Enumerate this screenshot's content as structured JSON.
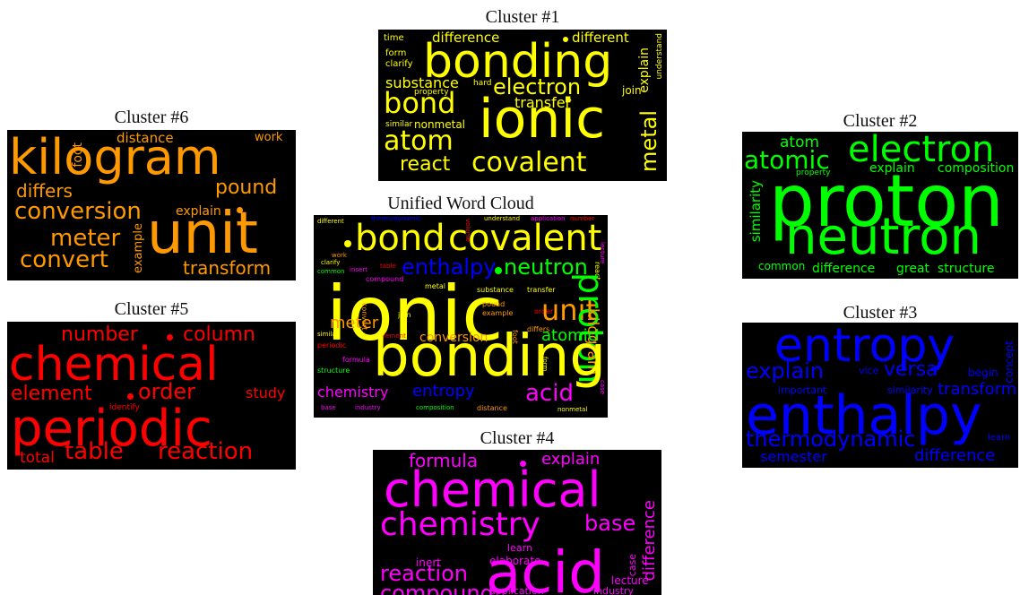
{
  "clouds": {
    "c1": {
      "title": "Cluster #1",
      "color": "#ffff00",
      "words": {
        "time": "time",
        "difference": "difference",
        "different": "different",
        "understand": "understand",
        "bonding": "bonding",
        "form": "form",
        "clarify": "clarify",
        "explain": "explain",
        "substance": "substance",
        "hard": "hard",
        "electron": "electron",
        "property": "property",
        "join": "join",
        "bond": "bond",
        "transfer": "transfer",
        "ionic": "ionic",
        "nonmetal": "nonmetal",
        "similar": "similar",
        "atom": "atom",
        "metal": "metal",
        "react": "react",
        "covalent": "covalent"
      }
    },
    "c2": {
      "title": "Cluster #2",
      "color": "#00ff00",
      "words": {
        "atom": "atom",
        "electron": "electron",
        "atomic": "atomic",
        "explain": "explain",
        "property": "property",
        "composition": "composition",
        "similarity": "similarity",
        "proton": "proton",
        "neutron": "neutron",
        "common": "common",
        "difference": "difference",
        "great": "great",
        "structure": "structure"
      }
    },
    "c3": {
      "title": "Cluster #3",
      "color": "#0000ff",
      "words": {
        "entropy": "entropy",
        "explain": "explain",
        "vice": "vice",
        "versa": "versa",
        "begin": "begin",
        "concept": "concept",
        "important": "important",
        "similarity": "similarity",
        "transform": "transform",
        "enthalpy": "enthalpy",
        "thermodynamic": "thermodynamic",
        "learn": "learn",
        "semester": "semester",
        "difference": "difference"
      }
    },
    "c4": {
      "title": "Cluster #4",
      "color": "#ff00ff",
      "words": {
        "formula": "formula",
        "explain": "explain",
        "chemical": "chemical",
        "difference": "difference",
        "chemistry": "chemistry",
        "base": "base",
        "learn": "learn",
        "inert": "inert",
        "elaborate": "elaborate",
        "reaction": "reaction",
        "case": "case",
        "compound": "compound",
        "acid": "acid",
        "lecture": "lecture",
        "application": "application",
        "industry": "industry"
      }
    },
    "c5": {
      "title": "Cluster #5",
      "color": "#ff0000",
      "words": {
        "number": "number",
        "column": "column",
        "chemical": "chemical",
        "element": "element",
        "order": "order",
        "study": "study",
        "identify": "identify",
        "periodic": "periodic",
        "total": "total",
        "table": "table",
        "reaction": "reaction"
      }
    },
    "c6": {
      "title": "Cluster #6",
      "color": "#ff9900",
      "words": {
        "kilogram": "kilogram",
        "distance": "distance",
        "work": "work",
        "foot": "foot",
        "differs": "differs",
        "pound": "pound",
        "conversion": "conversion",
        "explain": "explain",
        "meter": "meter",
        "example": "example",
        "unit": "unit",
        "convert": "convert",
        "transform": "transform"
      }
    },
    "unified": {
      "title": "Unified Word Cloud",
      "words": {
        "different": "different",
        "thermodynamic": "thermodynamic",
        "understand": "understand",
        "application": "application",
        "number": "number",
        "volume": "volume",
        "bond": "bond",
        "covalent": "covalent",
        "work": "work",
        "clarify": "clarify",
        "common": "common",
        "insert": "insert",
        "table": "table",
        "enthalpy": "enthalpy",
        "neutron": "neutron",
        "compound": "compound",
        "metal": "metal",
        "react": "react",
        "ionic": "ionic",
        "substance": "substance",
        "transfer": "transfer",
        "convert": "convert",
        "join": "join",
        "pound": "pound",
        "example": "example",
        "order": "order",
        "unit": "unit",
        "meter": "meter",
        "proton": "proton",
        "similar": "similar",
        "element": "element",
        "differs": "differs",
        "kilogram": "kilogram",
        "periodic": "periodic",
        "conversion": "conversion",
        "foot": "foot",
        "atomic": "atomic",
        "formula": "formula",
        "bonding": "bonding",
        "structure": "structure",
        "chemistry": "chemistry",
        "entropy": "entropy",
        "acid": "acid",
        "base": "base",
        "industry": "industry",
        "composition": "composition",
        "distance": "distance",
        "nonmetal": "nonmetal",
        "case": "case",
        "form": "form",
        "lecture": "lecture"
      }
    }
  }
}
